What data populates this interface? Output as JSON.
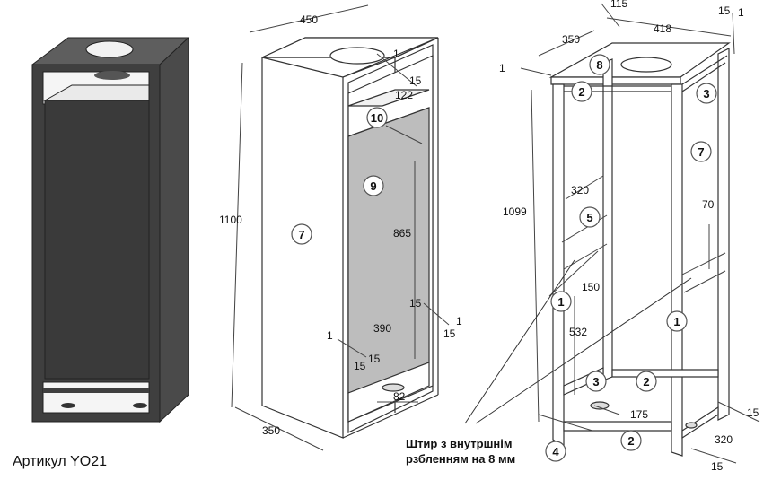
{
  "article_label": "Артикул YO21",
  "note": {
    "line1": "Штир з внутршнім",
    "line2": "рзбленням на 8 мм"
  },
  "dims_left_cabinet": {
    "width_top": "450",
    "height": "1100",
    "depth_bottom": "350",
    "t1": "1",
    "t2": "15",
    "gap_top": "122",
    "inner_height": "865",
    "bottom_space": "390",
    "r15a": "15",
    "r1": "1",
    "r15b": "15",
    "l1": "1",
    "l15a": "15",
    "l15b": "15",
    "base": "82"
  },
  "dims_frame": {
    "top_width": "418",
    "top_small": "115",
    "r15": "15",
    "r1": "1",
    "depth": "350",
    "left1": "1",
    "height": "1099",
    "d320": "320",
    "d150": "150",
    "d532": "532",
    "d70": "70",
    "b15a": "15",
    "b320": "320",
    "b15b": "15",
    "b175": "175"
  },
  "parts": {
    "p1": "1",
    "p2": "2",
    "p3": "3",
    "p4": "4",
    "p5": "5",
    "p7": "7",
    "p8": "8",
    "p9": "9",
    "p10": "10"
  }
}
